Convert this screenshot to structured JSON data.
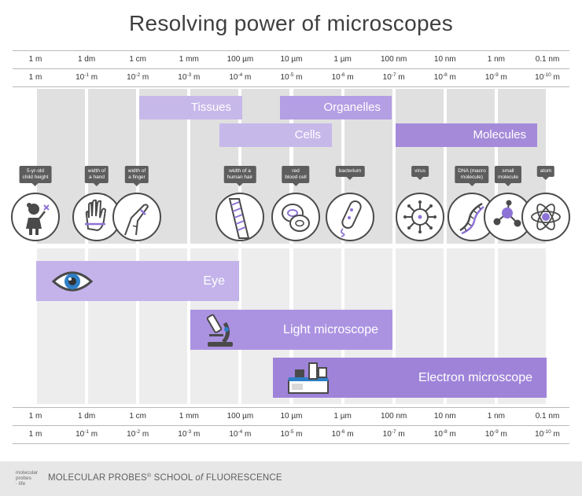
{
  "title": "Resolving power of microscopes",
  "scale": {
    "units": [
      "1 m",
      "1 dm",
      "1 cm",
      "1 mm",
      "100 µm",
      "10 µm",
      "1 µm",
      "100 nm",
      "10 nm",
      "1 nm",
      "0.1 nm"
    ],
    "powers": [
      {
        "base": "1",
        "exp": "",
        "unit": "m"
      },
      {
        "base": "10",
        "exp": "-1",
        "unit": "m"
      },
      {
        "base": "10",
        "exp": "-2",
        "unit": "m"
      },
      {
        "base": "10",
        "exp": "-3",
        "unit": "m"
      },
      {
        "base": "10",
        "exp": "-4",
        "unit": "m"
      },
      {
        "base": "10",
        "exp": "-5",
        "unit": "m"
      },
      {
        "base": "10",
        "exp": "-6",
        "unit": "m"
      },
      {
        "base": "10",
        "exp": "-7",
        "unit": "m"
      },
      {
        "base": "10",
        "exp": "-8",
        "unit": "m"
      },
      {
        "base": "10",
        "exp": "-9",
        "unit": "m"
      },
      {
        "base": "10",
        "exp": "-10",
        "unit": "m"
      }
    ]
  },
  "categories": [
    {
      "label": "Tissues",
      "from_exp": -2,
      "to_exp": -4
    },
    {
      "label": "Organelles",
      "from_exp": -5,
      "to_exp": -7
    },
    {
      "label": "Cells",
      "from_exp": -3.6,
      "to_exp": -6
    },
    {
      "label": "Molecules",
      "from_exp": -7,
      "to_exp": -9.8
    }
  ],
  "objects": [
    {
      "label": "5-yr-old child height",
      "icon": "child-icon",
      "exp": 0
    },
    {
      "label": "width of a hand",
      "icon": "hand-icon",
      "exp": -1.2
    },
    {
      "label": "width of a finger",
      "icon": "finger-icon",
      "exp": -2
    },
    {
      "label": "width of a human hair",
      "icon": "hair-icon",
      "exp": -4
    },
    {
      "label": "red blood cell",
      "icon": "red-blood-cell-icon",
      "exp": -5.2
    },
    {
      "label": "bacterium",
      "icon": "bacterium-icon",
      "exp": -6.2
    },
    {
      "label": "virus",
      "icon": "virus-icon",
      "exp": -7.6
    },
    {
      "label": "DNA (macro molecule)",
      "icon": "dna-icon",
      "exp": -8.6
    },
    {
      "label": "small molecule",
      "icon": "small-molecule-icon",
      "exp": -9.2
    },
    {
      "label": "atom",
      "icon": "atom-icon",
      "exp": -10
    }
  ],
  "tools": [
    {
      "label": "Eye",
      "icon": "eye-icon",
      "from_exp": 0,
      "to_exp": -4
    },
    {
      "label": "Light microscope",
      "icon": "light-microscope-icon",
      "from_exp": -3,
      "to_exp": -7
    },
    {
      "label": "Electron microscope",
      "icon": "electron-microscope-icon",
      "from_exp": -4.6,
      "to_exp": -10
    }
  ],
  "footer": {
    "logo": "molecular probes by life technologies",
    "brand": "MOLECULAR PROBES",
    "registered": "®",
    "school_pre": "SCHOOL",
    "school_of": "of",
    "school_post": "FLUORESCENCE"
  },
  "colors": {
    "band_light": "#c7b8ea",
    "band_dark": "#a58ad9",
    "column_gray": "#e0e0e0",
    "icon_purple": "#8e73d6",
    "icon_dark": "#4a4a4a",
    "eye_iris": "#2e7fc7"
  }
}
